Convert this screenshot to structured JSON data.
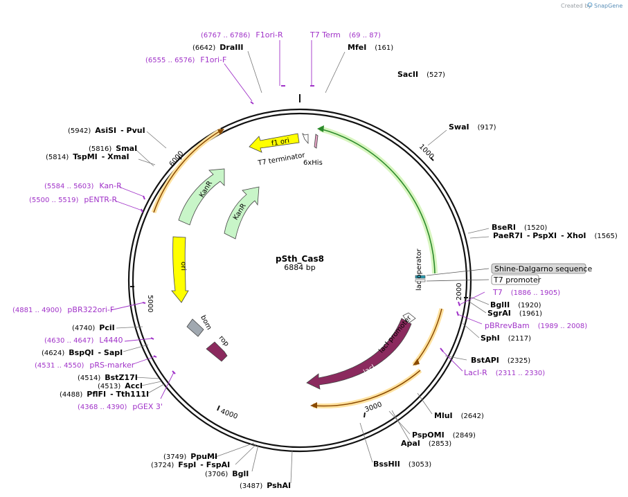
{
  "credit": "Created by",
  "brand": "SnapGene",
  "plasmid": {
    "name": "pSth_Cas8",
    "size": "6884 bp"
  },
  "ticks": [
    "1000",
    "2000",
    "3000",
    "4000",
    "5000",
    "6000"
  ],
  "enzymes": {
    "MfeI": {
      "name": "MfeI",
      "pos": "(161)"
    },
    "SacII": {
      "name": "SacII",
      "pos": "(527)"
    },
    "SwaI": {
      "name": "SwaI",
      "pos": "(917)"
    },
    "BseRI": {
      "name": "BseRI",
      "pos": "(1520)"
    },
    "PaeR7I": {
      "name": "PaeR7I",
      "sep": "- PspXI",
      "sep2": "- XhoI",
      "pos": "(1565)"
    },
    "BglII": {
      "name": "BglII",
      "pos": "(1920)"
    },
    "SgrAI": {
      "name": "SgrAI",
      "pos": "(1961)"
    },
    "SphI": {
      "name": "SphI",
      "pos": "(2117)"
    },
    "BstAPI": {
      "name": "BstAPI",
      "pos": "(2325)"
    },
    "MluI": {
      "name": "MluI",
      "pos": "(2642)"
    },
    "PspOMI": {
      "name": "PspOMI",
      "pos": "(2849)"
    },
    "ApaI": {
      "name": "ApaI",
      "pos": "(2853)"
    },
    "BssHII": {
      "name": "BssHII",
      "pos": "(3053)"
    },
    "PshAI": {
      "name": "PshAI",
      "pos": "(3487)"
    },
    "BglI": {
      "name": "BglI",
      "pos": "(3706)"
    },
    "FspI": {
      "name": "FspI",
      "sep": "- FspAI",
      "pos": "(3724)"
    },
    "PpuMI": {
      "name": "PpuMI",
      "pos": "(3749)"
    },
    "PflFI": {
      "name": "PflFI",
      "sep": "- Tth111I",
      "pos": "(4488)"
    },
    "AccI": {
      "name": "AccI",
      "pos": "(4513)"
    },
    "BstZ17I": {
      "name": "BstZ17I",
      "pos": "(4514)"
    },
    "BspQI": {
      "name": "BspQI",
      "sep": "- SapI",
      "pos": "(4624)"
    },
    "PciI": {
      "name": "PciI",
      "pos": "(4740)"
    },
    "TspMI": {
      "name": "TspMI",
      "sep": "- XmaI",
      "pos": "(5814)"
    },
    "SmaI": {
      "name": "SmaI",
      "pos": "(5816)"
    },
    "AsiSI": {
      "name": "AsiSI",
      "sep": "- PvuI",
      "pos": "(5942)"
    },
    "DraIII": {
      "name": "DraIII",
      "pos": "(6642)"
    }
  },
  "primers": {
    "F1oriR": {
      "name": "F1ori-R",
      "pos": "(6767 .. 6786)"
    },
    "F1oriF": {
      "name": "F1ori-F",
      "pos": "(6555 .. 6576)"
    },
    "T7Term": {
      "name": "T7 Term",
      "pos": "(69 .. 87)"
    },
    "KanR": {
      "name": "Kan-R",
      "pos": "(5584 .. 5603)"
    },
    "pENTRR": {
      "name": "pENTR-R",
      "pos": "(5500 .. 5519)"
    },
    "T7": {
      "name": "T7",
      "pos": "(1886 .. 1905)"
    },
    "pBRrevBam": {
      "name": "pBRrevBam",
      "pos": "(1989 .. 2008)"
    },
    "LacIR": {
      "name": "LacI-R",
      "pos": "(2311 .. 2330)"
    },
    "pBR322oriF": {
      "name": "pBR322ori-F",
      "pos": "(4881 .. 4900)"
    },
    "L4440": {
      "name": "L4440",
      "pos": "(4630 .. 4647)"
    },
    "pRSmarker": {
      "name": "pRS-marker",
      "pos": "(4531 .. 4550)"
    },
    "pGEX3": {
      "name": "pGEX 3'",
      "pos": "(4368 .. 4390)"
    }
  },
  "features": {
    "f1ori": "f1 ori",
    "T7terminator": "T7 terminator",
    "his": "6xHis",
    "kanR1": "KanR",
    "kanR2": "KanR",
    "ori": "ori",
    "bom": "bom",
    "rop": "rop",
    "lacI": "lacI",
    "lacIpromoter": "lacI promoter",
    "lacOperator": "lac operator",
    "shine": "Shine-Dalgarno sequence",
    "t7promoter": "T7 promoter"
  },
  "colors": {
    "backbone": "#111111",
    "primer": "#a032c8",
    "cds_green": "#c8f5c8",
    "ori_yellow": "#ffff00",
    "lacI_purple": "#8b2a5e",
    "highlight_orange": "#f5c060"
  }
}
